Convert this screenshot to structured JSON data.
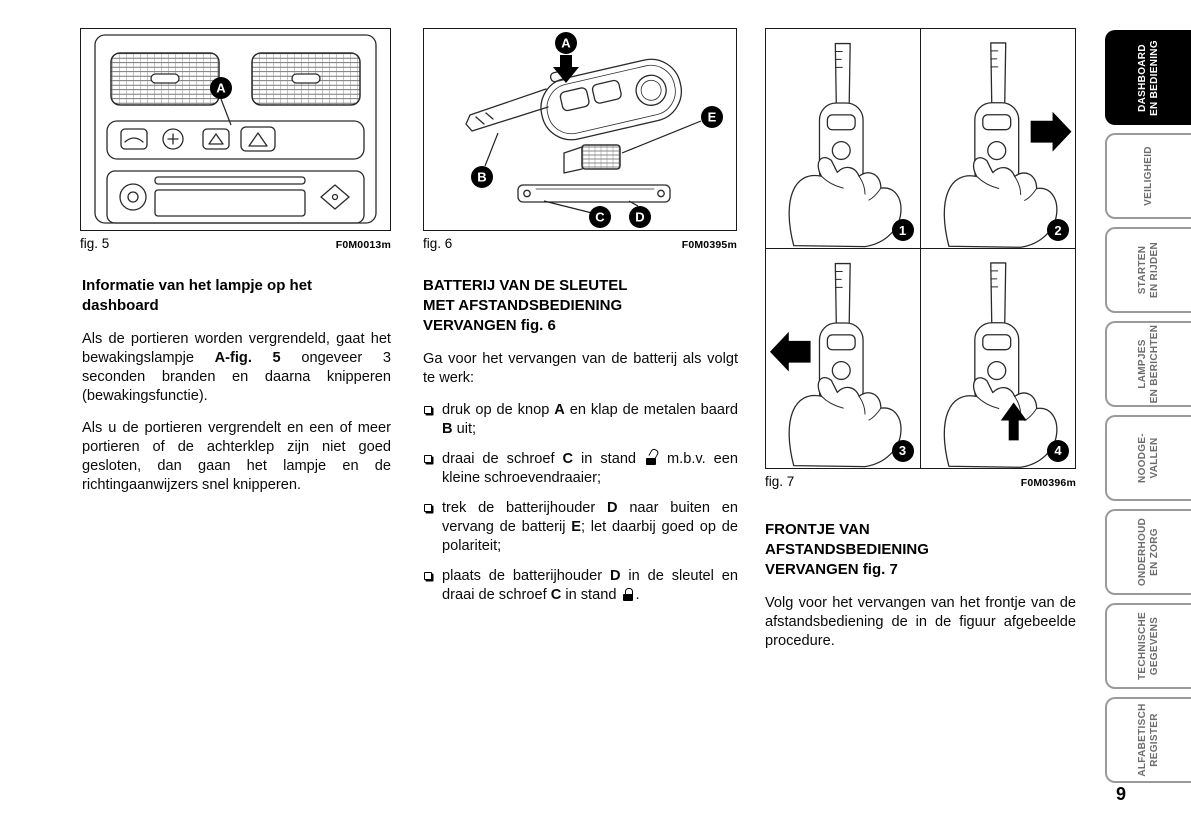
{
  "page": {
    "number": "9"
  },
  "figures": {
    "fig5": {
      "caption": "fig. 5",
      "code": "F0M0013m",
      "callout_a": "A"
    },
    "fig6": {
      "caption": "fig. 6",
      "code": "F0M0395m",
      "callouts": {
        "a": "A",
        "b": "B",
        "c": "C",
        "d": "D",
        "e": "E"
      }
    },
    "fig7": {
      "caption": "fig. 7",
      "code": "F0M0396m",
      "steps": [
        "1",
        "2",
        "3",
        "4"
      ]
    }
  },
  "left_column": {
    "heading": "Informatie van het lampje op het\ndashboard",
    "p1": [
      {
        "t": "Als de portieren worden vergrendeld, gaat het bewakingslampje "
      },
      {
        "t": "A-fig. 5",
        "b": true
      },
      {
        "t": " ongeveer 3 seconden branden en daarna knipperen (bewakingsfunctie)."
      }
    ],
    "p2": [
      {
        "t": "Als u de portieren vergrendelt en een of meer portieren of de achterklep zijn niet goed gesloten, dan gaan het lampje en de richtingaanwijzers snel knipperen."
      }
    ]
  },
  "middle_column": {
    "heading": "BATTERIJ VAN DE SLEUTEL\nMET AFSTANDSBEDIENING\nVERVANGEN fig. 6",
    "intro": "Ga voor het vervangen van de batterij als volgt te werk:",
    "bullets": [
      [
        {
          "t": "druk op de knop "
        },
        {
          "t": "A",
          "b": true
        },
        {
          "t": " en klap de metalen baard "
        },
        {
          "t": "B",
          "b": true
        },
        {
          "t": " uit;"
        }
      ],
      [
        {
          "t": "draai de schroef "
        },
        {
          "t": "C",
          "b": true
        },
        {
          "t": " in stand "
        },
        {
          "icon": "padlock-open"
        },
        {
          "t": " m.b.v. een kleine schroevendraaier;"
        }
      ],
      [
        {
          "t": "trek de batterijhouder "
        },
        {
          "t": "D",
          "b": true
        },
        {
          "t": " naar buiten en vervang de batterij "
        },
        {
          "t": "E",
          "b": true
        },
        {
          "t": "; let daarbij goed op de polariteit;"
        }
      ],
      [
        {
          "t": "plaats de batterijhouder "
        },
        {
          "t": "D",
          "b": true
        },
        {
          "t": " in de sleutel en draai de schroef "
        },
        {
          "t": "C",
          "b": true
        },
        {
          "t": " in stand "
        },
        {
          "icon": "padlock-closed"
        },
        {
          "t": "."
        }
      ]
    ]
  },
  "right_column": {
    "heading": "FRONTJE VAN\nAFSTANDSBEDIENING\nVERVANGEN fig. 7",
    "p1": "Volg voor het vervangen van het frontje van de afstandsbediening de in de figuur afgebeelde procedure."
  },
  "sidebar": {
    "tabs": [
      {
        "label": "DASHBOARD\nEN BEDIENING",
        "active": true
      },
      {
        "label": "VEILIGHEID",
        "active": false
      },
      {
        "label": "STARTEN\nEN RIJDEN",
        "active": false
      },
      {
        "label": "LAMPJES\nEN BERICHTEN",
        "active": false
      },
      {
        "label": "NOODGE-\nVALLEN",
        "active": false
      },
      {
        "label": "ONDERHOUD\nEN ZORG",
        "active": false
      },
      {
        "label": "TECHNISCHE\nGEGEVENS",
        "active": false
      },
      {
        "label": "ALFABETISCH\nREGISTER",
        "active": false
      }
    ]
  },
  "colors": {
    "tab_active_bg": "#000000",
    "tab_inactive_text": "#6d6d6d",
    "ink": "#1a1a1a"
  }
}
